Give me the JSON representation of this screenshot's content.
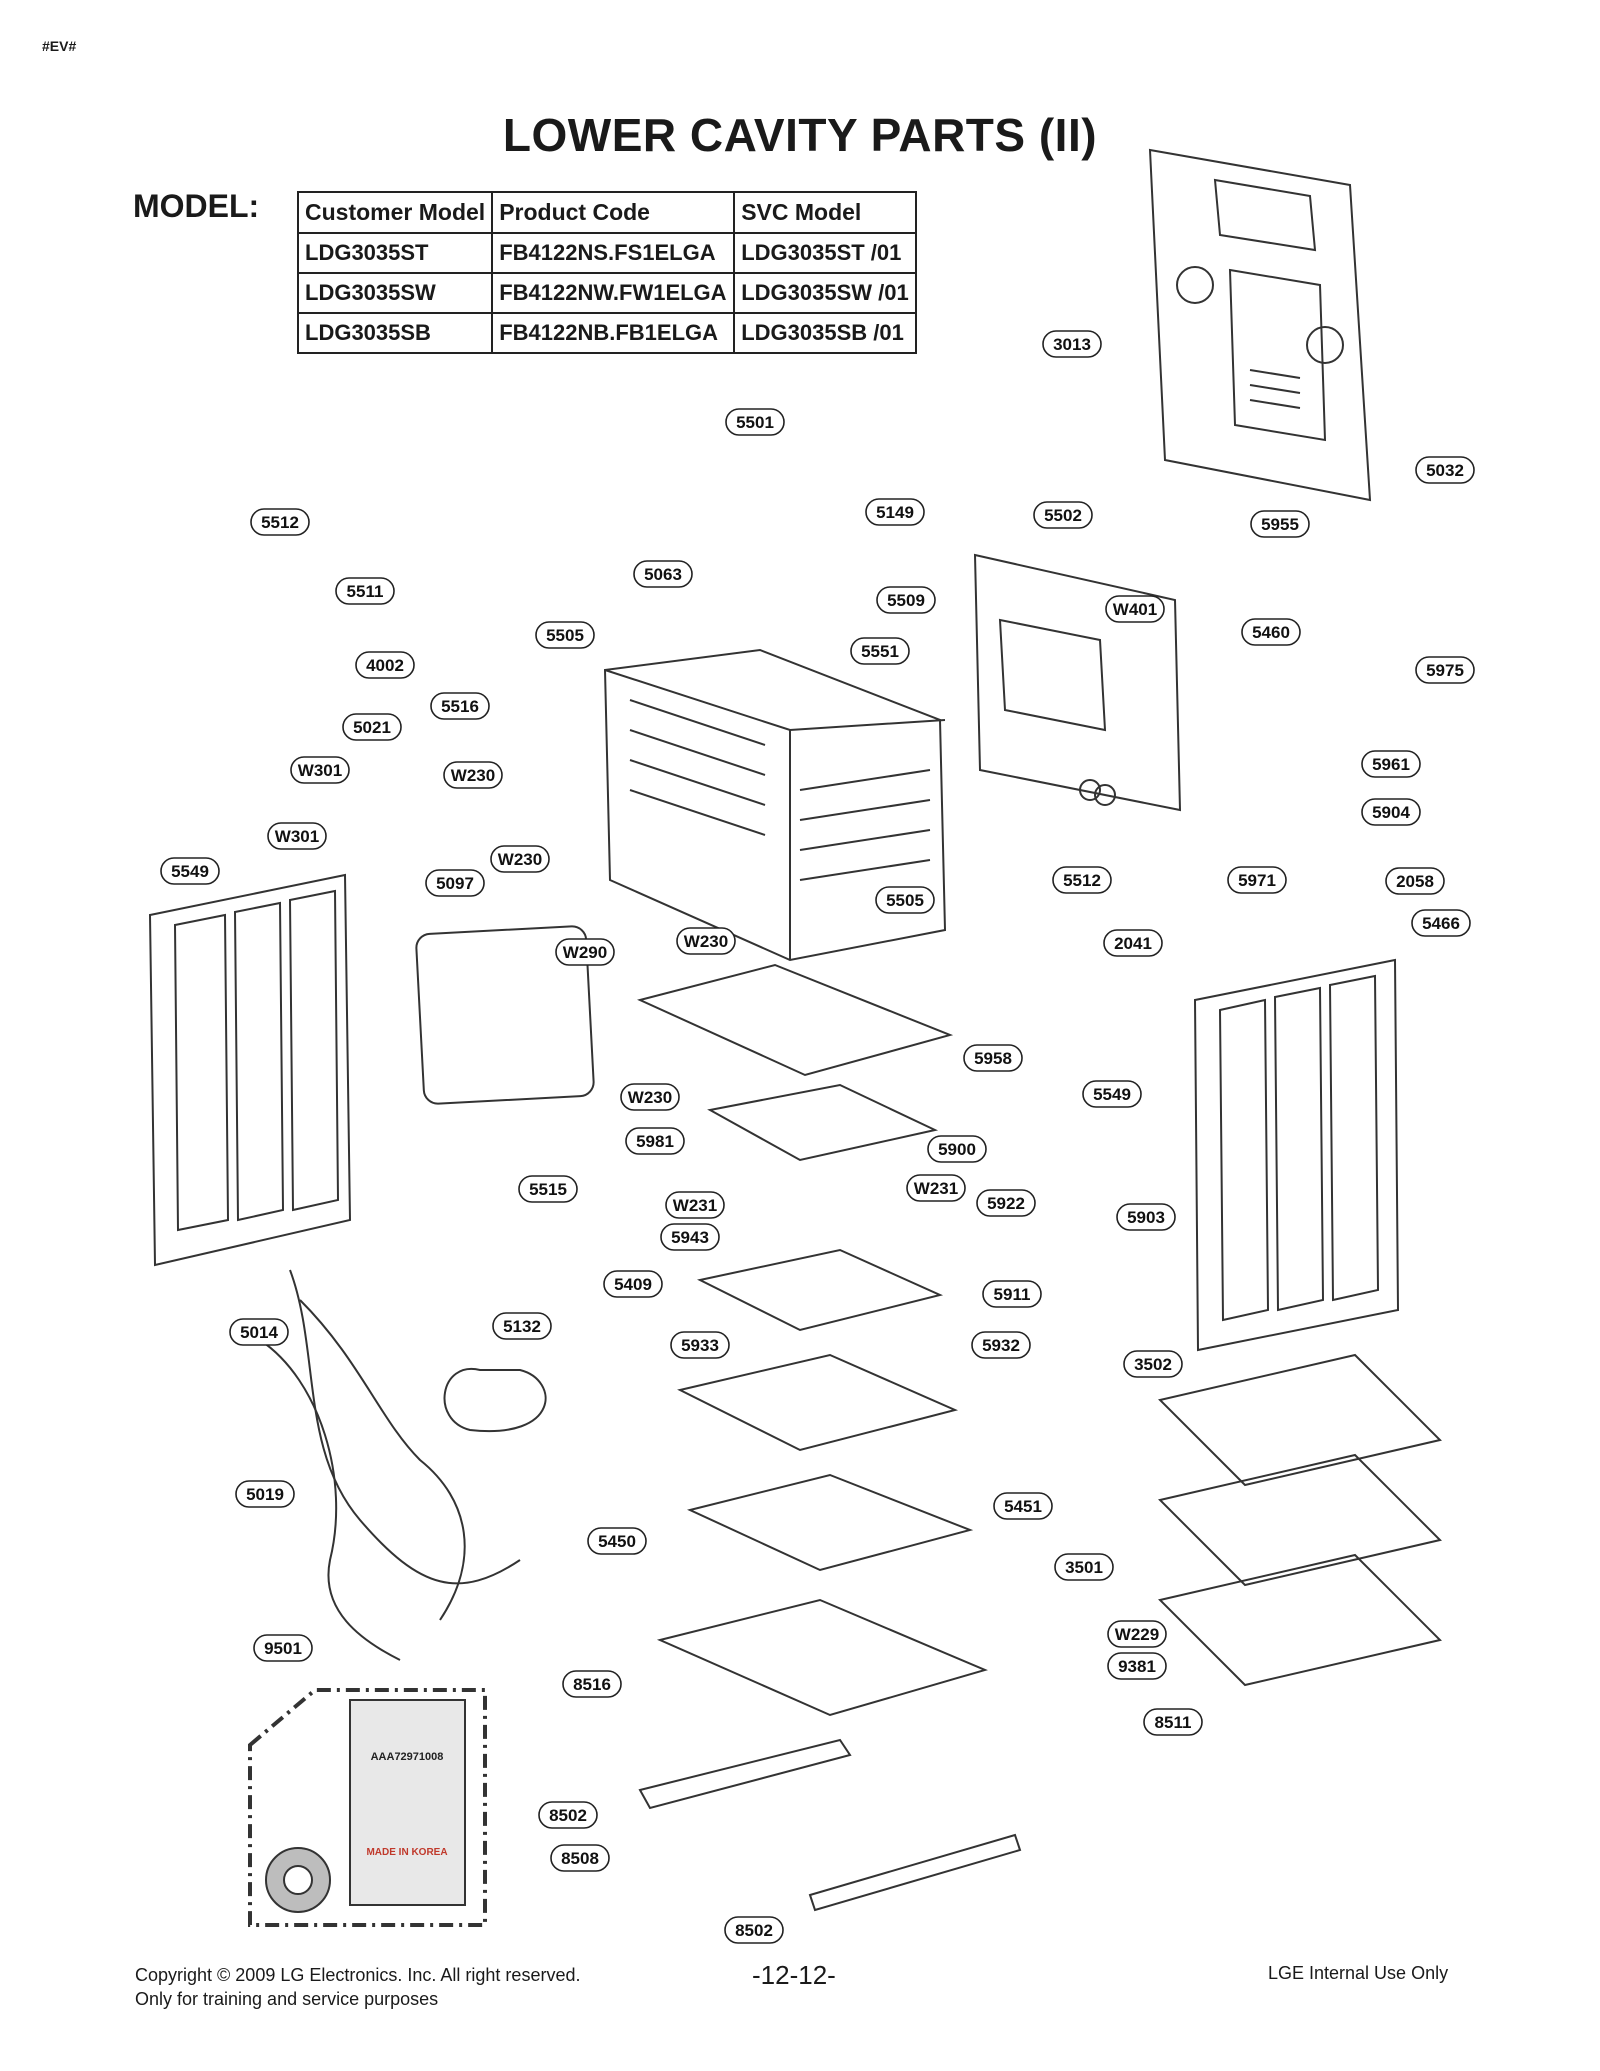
{
  "header": {
    "tag": "#EV#",
    "title": "LOWER CAVITY PARTS (II)"
  },
  "model": {
    "label": "MODEL:",
    "columns": [
      "Customer Model",
      "Product Code",
      "SVC Model"
    ],
    "rows": [
      [
        "LDG3035ST",
        "FB4122NS.FS1ELGA",
        "LDG3035ST /01"
      ],
      [
        "LDG3035SW",
        "FB4122NW.FW1ELGA",
        "LDG3035SW /01"
      ],
      [
        "LDG3035SB",
        "FB4122NB.FB1ELGA",
        "LDG3035SB /01"
      ]
    ]
  },
  "callouts": [
    "3013",
    "5501",
    "5032",
    "5149",
    "5502",
    "5955",
    "5512",
    "5063",
    "5509",
    "5511",
    "W401",
    "5460",
    "5505",
    "5551",
    "5975",
    "4002",
    "5516",
    "5021",
    "5961",
    "W301",
    "W230",
    "5904",
    "W301",
    "5097",
    "W230",
    "5971",
    "2058",
    "5549",
    "5512",
    "5505",
    "5466",
    "W290",
    "W230",
    "2041",
    "5958",
    "5549",
    "W230",
    "5981",
    "5900",
    "5515",
    "W231",
    "W231",
    "5922",
    "5903",
    "5943",
    "5409",
    "5911",
    "5014",
    "5132",
    "5933",
    "5932",
    "3502",
    "5019",
    "5451",
    "5450",
    "3501",
    "W229",
    "9501",
    "9381",
    "8516",
    "8511",
    "8502",
    "8508",
    "8502"
  ],
  "kit": {
    "bag_label": "AAA72971008",
    "origin": "MADE IN KOREA"
  },
  "footer": {
    "copyright": "Copyright © 2009 LG Electronics. Inc. All right reserved.",
    "purpose": "Only for training and service purposes",
    "page": "-12-12-",
    "internal": "LGE Internal Use Only"
  },
  "colors": {
    "ink": "#1a1a1a",
    "line": "#333333",
    "dash": "#777777"
  }
}
